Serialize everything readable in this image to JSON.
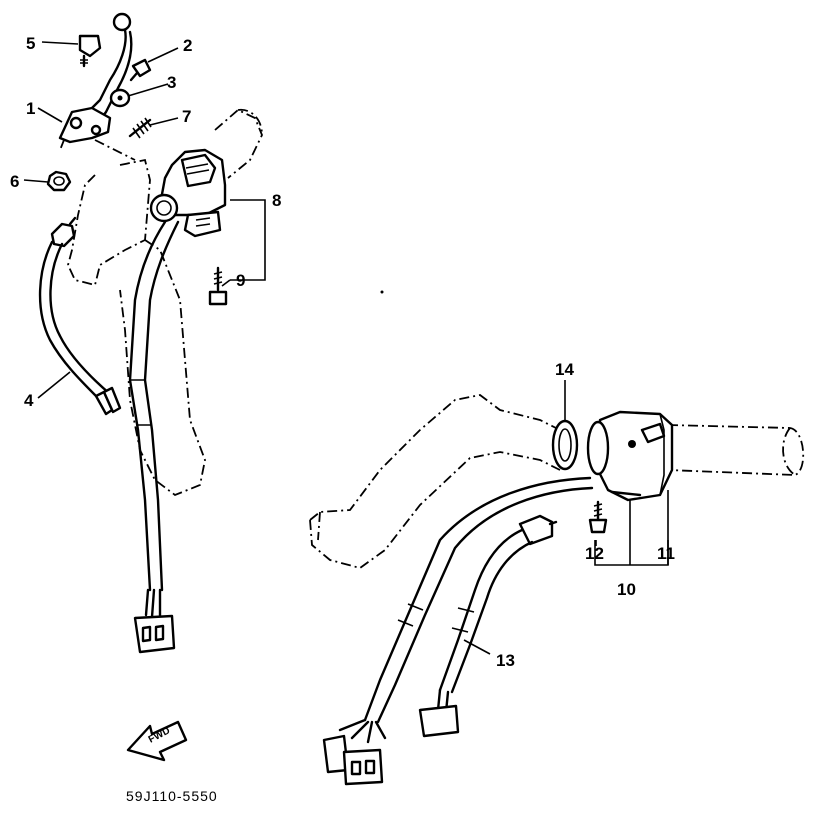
{
  "diagram": {
    "code": "59J110-5550",
    "arrow_text": "FWD",
    "callouts": [
      {
        "id": "c1",
        "text": "1"
      },
      {
        "id": "c2",
        "text": "2"
      },
      {
        "id": "c3",
        "text": "3"
      },
      {
        "id": "c4",
        "text": "4"
      },
      {
        "id": "c5",
        "text": "5"
      },
      {
        "id": "c6",
        "text": "6"
      },
      {
        "id": "c7",
        "text": "7"
      },
      {
        "id": "c8",
        "text": "8"
      },
      {
        "id": "c9",
        "text": "9"
      },
      {
        "id": "c10",
        "text": "10"
      },
      {
        "id": "c11",
        "text": "11"
      },
      {
        "id": "c12",
        "text": "12"
      },
      {
        "id": "c13",
        "text": "13"
      },
      {
        "id": "c14",
        "text": "14"
      }
    ]
  }
}
